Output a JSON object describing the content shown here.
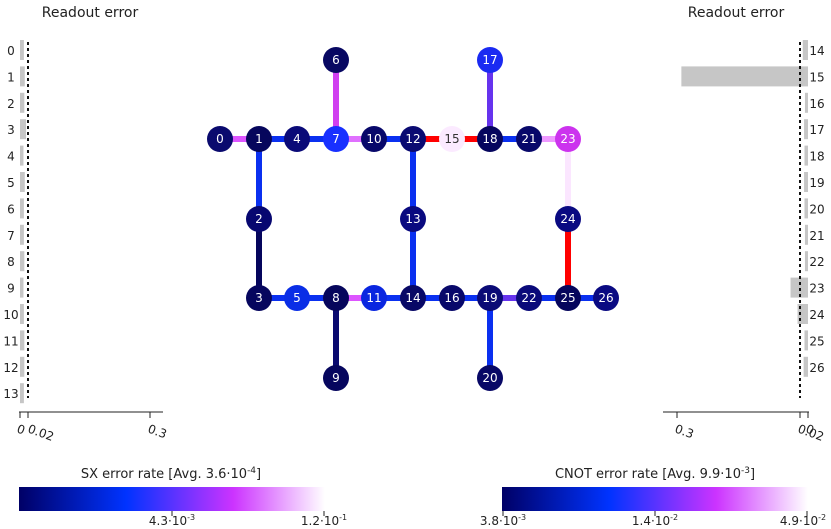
{
  "left_panel": {
    "title": "Readout error",
    "qubits": [
      "0",
      "1",
      "2",
      "3",
      "4",
      "5",
      "6",
      "7",
      "8",
      "9",
      "10",
      "11",
      "12",
      "13"
    ],
    "errors": [
      0.009,
      0.011,
      0.01,
      0.014,
      0.008,
      0.011,
      0.009,
      0.009,
      0.01,
      0.008,
      0.009,
      0.01,
      0.01,
      0.009
    ],
    "tick_labels": [
      "0",
      "0.02",
      "0.3"
    ]
  },
  "right_panel": {
    "title": "Readout error",
    "qubits": [
      "14",
      "15",
      "16",
      "17",
      "18",
      "19",
      "20",
      "21",
      "22",
      "23",
      "24",
      "25",
      "26"
    ],
    "errors": [
      0.012,
      0.29,
      0.007,
      0.009,
      0.008,
      0.009,
      0.008,
      0.007,
      0.007,
      0.04,
      0.024,
      0.008,
      0.01
    ],
    "tick_labels": [
      "0.3",
      "0.02",
      "0"
    ]
  },
  "colors": {
    "node_text": "#ffffff",
    "node_text_light": "#333333",
    "readout_bar": "#c6c6c6",
    "gradient": [
      "#000066",
      "#0033ff",
      "#cc33ff",
      "#ffffff"
    ],
    "edge_red": "#ff0000"
  },
  "nodes": [
    {
      "id": "0",
      "color": "#0a0a6e"
    },
    {
      "id": "1",
      "color": "#06065c"
    },
    {
      "id": "2",
      "color": "#070770"
    },
    {
      "id": "3",
      "color": "#06065e"
    },
    {
      "id": "4",
      "color": "#0a0a78"
    },
    {
      "id": "5",
      "color": "#0a2ee6"
    },
    {
      "id": "6",
      "color": "#080862"
    },
    {
      "id": "7",
      "color": "#1830ff"
    },
    {
      "id": "8",
      "color": "#06065c"
    },
    {
      "id": "9",
      "color": "#06065e"
    },
    {
      "id": "10",
      "color": "#08086a"
    },
    {
      "id": "11",
      "color": "#0a26e0"
    },
    {
      "id": "12",
      "color": "#0a0a72"
    },
    {
      "id": "13",
      "color": "#0a0a80"
    },
    {
      "id": "14",
      "color": "#080866"
    },
    {
      "id": "15",
      "color": "#fbeaff"
    },
    {
      "id": "16",
      "color": "#08086a"
    },
    {
      "id": "17",
      "color": "#1a2af2"
    },
    {
      "id": "18",
      "color": "#06065e"
    },
    {
      "id": "19",
      "color": "#0a0a76"
    },
    {
      "id": "20",
      "color": "#080866"
    },
    {
      "id": "21",
      "color": "#08086a"
    },
    {
      "id": "22",
      "color": "#0a0a7a"
    },
    {
      "id": "23",
      "color": "#cc33ee"
    },
    {
      "id": "24",
      "color": "#0a0a82"
    },
    {
      "id": "25",
      "color": "#06065c"
    },
    {
      "id": "26",
      "color": "#0a0a82"
    }
  ],
  "edges": [
    {
      "a": "0",
      "b": "1",
      "color": "#dd55ff"
    },
    {
      "a": "1",
      "b": "4",
      "color": "#0a30f0"
    },
    {
      "a": "4",
      "b": "7",
      "color": "#0a30f0"
    },
    {
      "a": "6",
      "b": "7",
      "color": "#d040f0"
    },
    {
      "a": "7",
      "b": "10",
      "color": "#e070ff"
    },
    {
      "a": "10",
      "b": "12",
      "color": "#0a30f0"
    },
    {
      "a": "12",
      "b": "15",
      "color": "#ff0000"
    },
    {
      "a": "15",
      "b": "18",
      "color": "#ff0000"
    },
    {
      "a": "17",
      "b": "18",
      "color": "#6633ee"
    },
    {
      "a": "18",
      "b": "21",
      "color": "#0a30f0"
    },
    {
      "a": "21",
      "b": "23",
      "color": "#ee99ff"
    },
    {
      "a": "23",
      "b": "24",
      "color": "#fbe6ff"
    },
    {
      "a": "1",
      "b": "2",
      "color": "#0a30f0"
    },
    {
      "a": "2",
      "b": "3",
      "color": "#05055c"
    },
    {
      "a": "12",
      "b": "13",
      "color": "#0a30f0"
    },
    {
      "a": "13",
      "b": "14",
      "color": "#0a30f0"
    },
    {
      "a": "24",
      "b": "25",
      "color": "#ff0000"
    },
    {
      "a": "3",
      "b": "5",
      "color": "#0a30f0"
    },
    {
      "a": "5",
      "b": "8",
      "color": "#0a30f0"
    },
    {
      "a": "8",
      "b": "11",
      "color": "#dd55ff"
    },
    {
      "a": "11",
      "b": "14",
      "color": "#0a30f0"
    },
    {
      "a": "14",
      "b": "16",
      "color": "#0a30f0"
    },
    {
      "a": "16",
      "b": "19",
      "color": "#0a30f0"
    },
    {
      "a": "19",
      "b": "22",
      "color": "#6633ee"
    },
    {
      "a": "22",
      "b": "25",
      "color": "#0a30f0"
    },
    {
      "a": "25",
      "b": "26",
      "color": "#0a30f0"
    },
    {
      "a": "8",
      "b": "9",
      "color": "#0a0a70"
    },
    {
      "a": "19",
      "b": "20",
      "color": "#0a30f0"
    }
  ],
  "sx_legend": {
    "title_prefix": "SX error rate [Avg. 3.6·10",
    "title_sup": "-4",
    "title_suffix": "]",
    "tick_labels": [
      {
        "base": "4.3·10",
        "sup": "-3"
      },
      {
        "base": "1.2·10",
        "sup": "-1"
      }
    ]
  },
  "cnot_legend": {
    "title_prefix": "CNOT error rate [Avg. 9.9·10",
    "title_sup": "-3",
    "title_suffix": "]",
    "tick_labels": [
      {
        "base": "3.8·10",
        "sup": "-3"
      },
      {
        "base": "1.4·10",
        "sup": "-2"
      },
      {
        "base": "4.9·10",
        "sup": "-2"
      }
    ]
  }
}
